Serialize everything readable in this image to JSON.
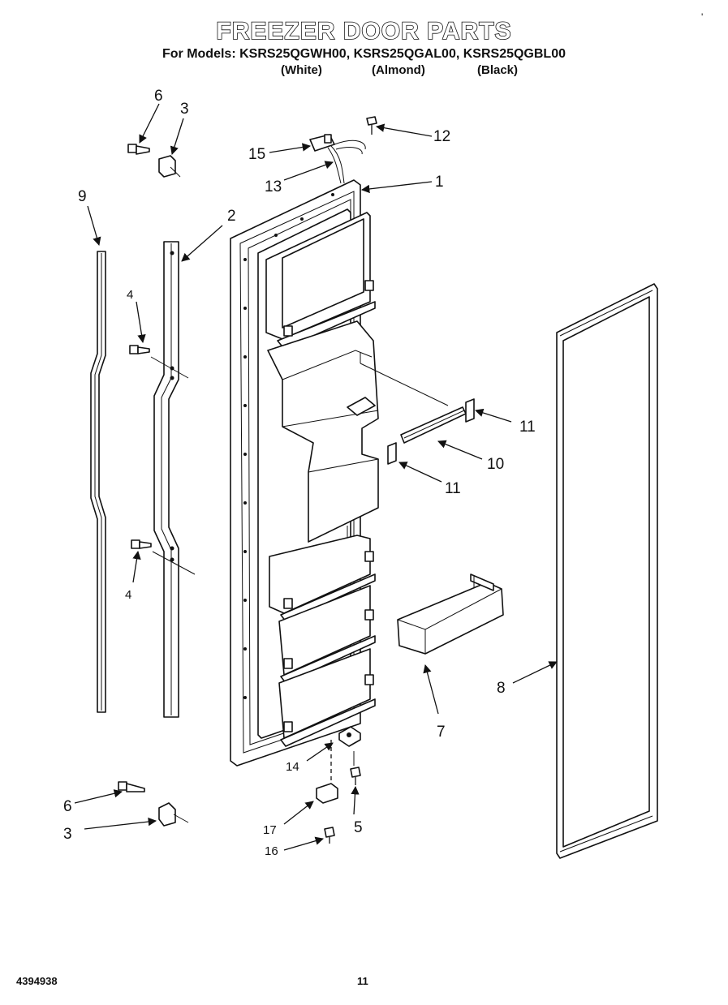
{
  "header": {
    "title": "FREEZER DOOR PARTS",
    "models_line": "For Models: KSRS25QGWH00, KSRS25QGAL00, KSRS25QGBL00",
    "variants": [
      "(White)",
      "(Almond)",
      "(Black)"
    ]
  },
  "corner_mark": "'",
  "callouts": [
    "1",
    "2",
    "3",
    "3",
    "4",
    "4",
    "5",
    "6",
    "6",
    "7",
    "8",
    "9",
    "10",
    "11",
    "11",
    "12",
    "13",
    "14",
    "15",
    "16",
    "17"
  ],
  "footer": {
    "doc_number": "4394938",
    "page_number": "11"
  }
}
